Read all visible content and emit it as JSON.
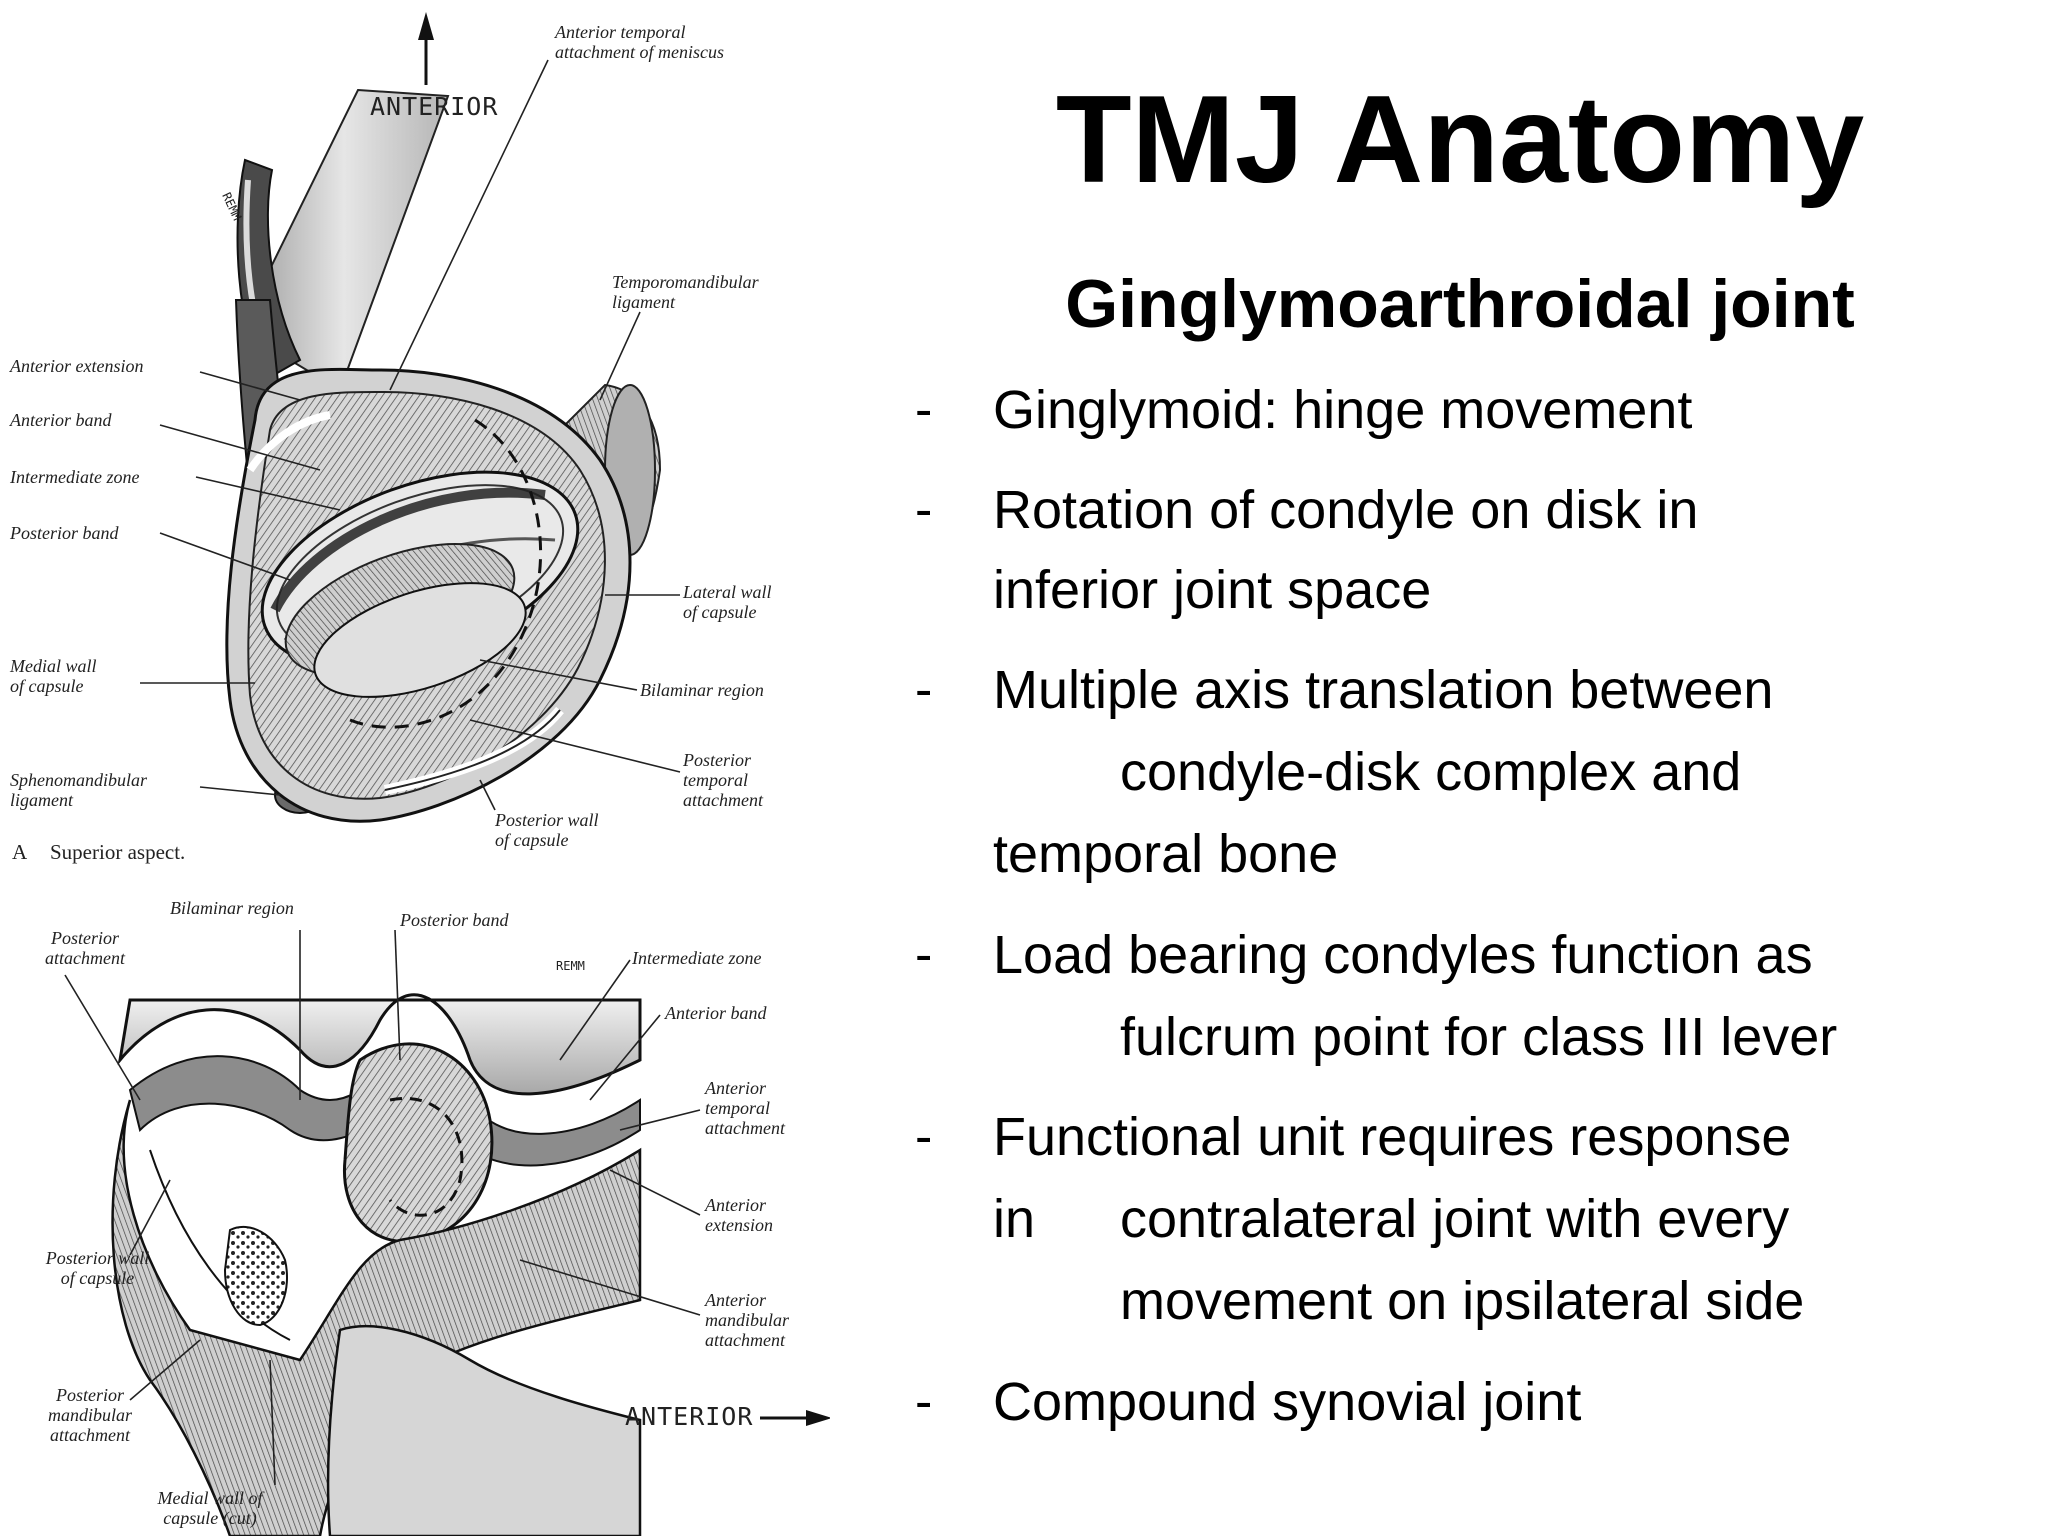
{
  "slide": {
    "title": "TMJ Anatomy",
    "subtitle": "Ginglymoarthroidal joint",
    "bullet_marker": "-",
    "bullets": [
      {
        "lines": [
          "Ginglymoid:  hinge movement"
        ]
      },
      {
        "lines": [
          "Rotation of condyle on disk in",
          "inferior joint space"
        ]
      },
      {
        "lines": [
          "Multiple axis translation between",
          "condyle-disk complex and",
          "temporal bone"
        ]
      },
      {
        "lines": [
          "Load bearing condyles function as",
          "fulcrum point for class III lever"
        ]
      },
      {
        "lines": [
          "Functional unit requires response",
          "in",
          "contralateral joint with every",
          "movement on ipsilateral side"
        ]
      },
      {
        "lines": [
          "Compound synovial joint"
        ]
      }
    ]
  },
  "figure_top": {
    "direction_label": "ANTERIOR",
    "signature": "REMM",
    "caption_letter": "A",
    "caption": "Superior aspect.",
    "labels": {
      "anterior_temporal_attachment": "Anterior temporal\nattachment of meniscus",
      "temporomandibular_ligament": "Temporomandibular\nligament",
      "anterior_extension": "Anterior extension",
      "anterior_band": "Anterior band",
      "intermediate_zone": "Intermediate zone",
      "posterior_band": "Posterior band",
      "lateral_wall": "Lateral wall\nof capsule",
      "medial_wall": "Medial wall\nof capsule",
      "bilaminar_region": "Bilaminar region",
      "sphenomandibular_ligament": "Sphenomandibular\nligament",
      "posterior_temporal_attachment": "Posterior\ntemporal\nattachment",
      "posterior_wall": "Posterior wall\nof capsule"
    }
  },
  "figure_bottom": {
    "direction_label": "ANTERIOR",
    "signature": "REMM",
    "labels": {
      "bilaminar_region": "Bilaminar region",
      "posterior_attachment": "Posterior\nattachment",
      "posterior_band": "Posterior band",
      "intermediate_zone": "Intermediate zone",
      "anterior_band": "Anterior band",
      "anterior_temporal_attachment": "Anterior\ntemporal\nattachment",
      "anterior_extension": "Anterior\nextension",
      "posterior_wall": "Posterior wall\nof capsule",
      "anterior_mandibular_attachment": "Anterior\nmandibular\nattachment",
      "posterior_mandibular_attachment": "Posterior\nmandibular\nattachment",
      "medial_wall_cut": "Medial wall of\ncapsule (cut)"
    }
  }
}
